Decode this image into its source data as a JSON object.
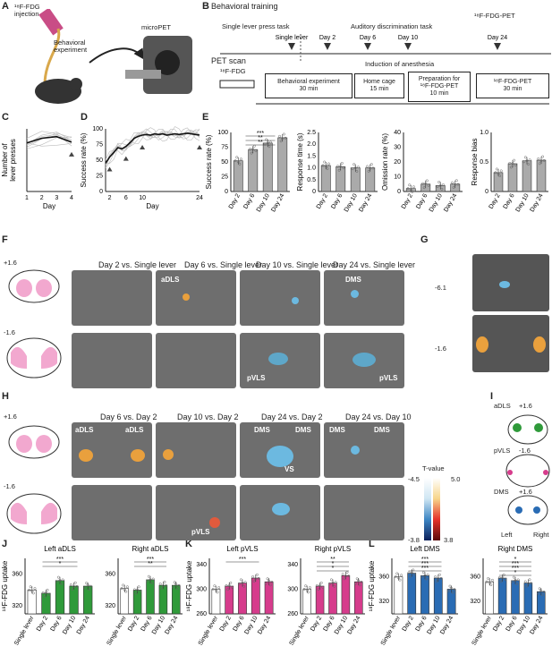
{
  "panels": {
    "A": "A",
    "B": "B",
    "C": "C",
    "D": "D",
    "E": "E",
    "F": "F",
    "G": "G",
    "H": "H",
    "I": "I",
    "J": "J",
    "K": "K",
    "L": "L"
  },
  "A": {
    "injection": "¹⁸F-FDG\ninjection",
    "behavior": "Behavioral\nexperiment",
    "micropet": "microPET"
  },
  "B": {
    "title1": "Behavioral training",
    "legend": "¹⁸F-FDG-PET",
    "task1": "Single lever press task",
    "task2": "Auditory discrimination task",
    "ticks": [
      "Single lever",
      "Day 2",
      "Day 6",
      "Day 10",
      "Day 24"
    ],
    "title2": "PET scan",
    "fdg": "¹⁸F-FDG",
    "anesthesia": "Induction of anesthesia",
    "boxes": [
      "Behavioral experiment\n30 min",
      "Home cage\n15 min",
      "Preparation for\n¹⁸F-FDG-PET\n10 min",
      "¹⁸F-FDG-PET\n30 min"
    ]
  },
  "F": {
    "coords": [
      "+1.6",
      "-1.6"
    ],
    "titles": [
      "Day 2 vs. Single lever",
      "Day 6 vs. Single lever",
      "Day 10 vs. Single lever",
      "Day 24 vs. Single lever"
    ],
    "labels": [
      "aDLS",
      "DMS",
      "pVLS",
      "pVLS"
    ]
  },
  "G": {
    "coords": [
      "-6.1",
      "-1.6"
    ]
  },
  "H": {
    "coords": [
      "+1.6",
      "-1.6"
    ],
    "titles": [
      "Day 6 vs. Day 2",
      "Day 10 vs. Day 2",
      "Day 24 vs. Day 2",
      "Day 24 vs. Day 10"
    ],
    "labels": [
      "aDLS",
      "aDLS",
      "DMS",
      "DMS",
      "VS",
      "DMS",
      "DMS",
      "pVLS"
    ],
    "colorbar": {
      "title": "T-value",
      "top_left": "-4.5",
      "top_right": "5.0",
      "bot_left": "-3.8",
      "bot_right": "3.8"
    }
  },
  "I": {
    "rows": [
      {
        "name": "aDLS",
        "coord": "+1.6"
      },
      {
        "name": "pVLS",
        "coord": "-1.6"
      },
      {
        "name": "DMS",
        "coord": "+1.6"
      }
    ],
    "left": "Left",
    "right": "Right"
  },
  "colors": {
    "green": "#2f9a3a",
    "magenta": "#d63c8c",
    "blue": "#2a6cb4",
    "pink": "#f2a8cf"
  },
  "chart_data": [
    {
      "id": "C",
      "type": "line",
      "xlabel": "Day",
      "ylabel": "Number of\nlever presses",
      "x": [
        1,
        2,
        3,
        4
      ],
      "series": [
        {
          "values": [
            62,
            68,
            70,
            63
          ]
        }
      ],
      "xticks": [
        "1",
        "2",
        "3",
        "4"
      ],
      "ylim": [
        0,
        80
      ],
      "markers": [
        4
      ]
    },
    {
      "id": "D",
      "type": "line",
      "xlabel": "Day",
      "ylabel": "Success rate (%)",
      "xticks": [
        "2",
        "6",
        "10",
        "24"
      ],
      "yticks": [
        "0",
        "25",
        "50",
        "75",
        "100"
      ],
      "ylim": [
        0,
        100
      ],
      "x": [
        1,
        2,
        3,
        4,
        5,
        6,
        7,
        8,
        9,
        10,
        11,
        12,
        13,
        14,
        15,
        16,
        17,
        18,
        19,
        20,
        21,
        22,
        23,
        24
      ],
      "series": [
        {
          "values": [
            45,
            55,
            62,
            70,
            68,
            72,
            78,
            85,
            88,
            90,
            91,
            90,
            92,
            91,
            92,
            90,
            91,
            92,
            91,
            92,
            93,
            92,
            91,
            90
          ]
        }
      ],
      "markers": [
        2,
        6,
        10,
        24
      ]
    },
    {
      "id": "E1",
      "type": "bar",
      "categories": [
        "Day 2",
        "Day 6",
        "Day 10",
        "Day 24"
      ],
      "values": [
        52,
        71,
        82,
        91
      ],
      "ylabel": "Success rate (%)",
      "ylim": [
        0,
        100
      ],
      "sig": [
        "***",
        "**",
        "**"
      ]
    },
    {
      "id": "E2",
      "type": "bar",
      "categories": [
        "Day 2",
        "Day 6",
        "Day 10",
        "Day 24"
      ],
      "values": [
        1.1,
        1.05,
        1.0,
        1.0
      ],
      "ylabel": "Response time (s)",
      "ylim": [
        0,
        2.5
      ]
    },
    {
      "id": "E3",
      "type": "bar",
      "categories": [
        "Day 2",
        "Day 6",
        "Day 10",
        "Day 24"
      ],
      "values": [
        2,
        5,
        4,
        5
      ],
      "ylabel": "Omission rate (%)",
      "ylim": [
        0,
        40
      ]
    },
    {
      "id": "E4",
      "type": "bar",
      "categories": [
        "Day 2",
        "Day 6",
        "Day 10",
        "Day 24"
      ],
      "values": [
        0.32,
        0.47,
        0.52,
        0.53
      ],
      "ylabel": "Response bias",
      "ylim": [
        0,
        1
      ]
    },
    {
      "id": "J1",
      "title": "Left aDLS",
      "type": "bar",
      "ylabel": "¹⁸F-FDG uptake",
      "categories": [
        "Single lever",
        "Day 2",
        "Day 6",
        "Day 10",
        "Day 24"
      ],
      "values": [
        340,
        336,
        352,
        345,
        345
      ],
      "yticks": [
        "320",
        "360"
      ],
      "ylim": [
        310,
        380
      ],
      "sig": [
        "***",
        "*"
      ]
    },
    {
      "id": "J2",
      "title": "Right aDLS",
      "type": "bar",
      "categories": [
        "Single lever",
        "Day 2",
        "Day 6",
        "Day 10",
        "Day 24"
      ],
      "values": [
        342,
        340,
        353,
        346,
        346
      ],
      "yticks": [
        "320",
        "360"
      ],
      "ylim": [
        310,
        380
      ],
      "sig": [
        "***",
        "**"
      ]
    },
    {
      "id": "K1",
      "title": "Left pVLS",
      "type": "bar",
      "ylabel": "¹⁸F-FDG uptake",
      "categories": [
        "Single lever",
        "Day 2",
        "Day 6",
        "Day 10",
        "Day 24"
      ],
      "values": [
        300,
        305,
        310,
        318,
        312
      ],
      "yticks": [
        "260",
        "300",
        "340"
      ],
      "ylim": [
        260,
        350
      ],
      "sig": [
        "***"
      ]
    },
    {
      "id": "K2",
      "title": "Right pVLS",
      "type": "bar",
      "categories": [
        "Single lever",
        "Day 2",
        "Day 6",
        "Day 10",
        "Day 24"
      ],
      "values": [
        300,
        305,
        310,
        322,
        312
      ],
      "yticks": [
        "260",
        "300",
        "340"
      ],
      "ylim": [
        260,
        350
      ],
      "sig": [
        "**",
        "*",
        "*"
      ]
    },
    {
      "id": "L1",
      "title": "Left DMS",
      "type": "bar",
      "ylabel": "¹⁸F-FDG uptake",
      "categories": [
        "Single lever",
        "Day 2",
        "Day 6",
        "Day 10",
        "Day 24"
      ],
      "values": [
        360,
        366,
        362,
        358,
        340
      ],
      "yticks": [
        "320",
        "360"
      ],
      "ylim": [
        300,
        390
      ],
      "sig": [
        "***",
        "***",
        "***"
      ]
    },
    {
      "id": "L2",
      "title": "Right DMS",
      "type": "bar",
      "categories": [
        "Single lever",
        "Day 2",
        "Day 6",
        "Day 10",
        "Day 24"
      ],
      "values": [
        352,
        358,
        354,
        350,
        336
      ],
      "yticks": [
        "320",
        "360"
      ],
      "ylim": [
        300,
        390
      ],
      "sig": [
        "*",
        "***",
        "***",
        "*"
      ]
    }
  ]
}
